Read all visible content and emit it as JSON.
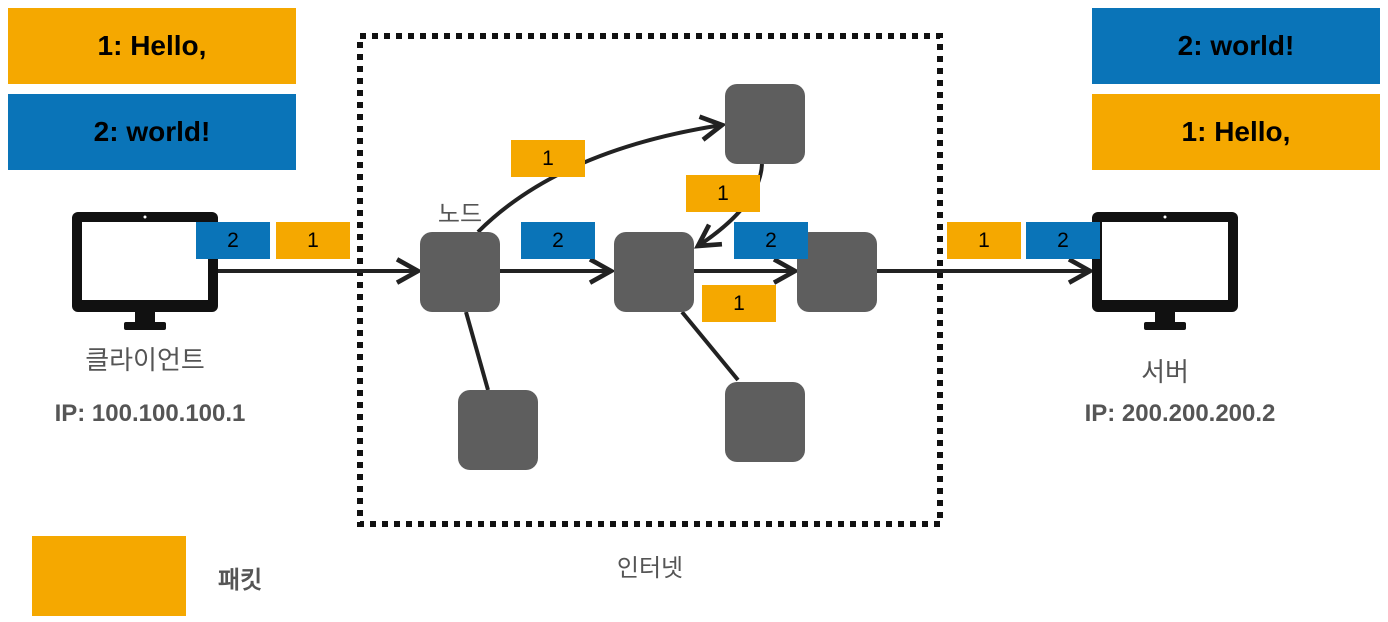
{
  "colors": {
    "packet_orange": "#F5A800",
    "packet_blue": "#0A74B8",
    "node_gray": "#5E5E5E"
  },
  "client": {
    "messages": [
      "1: Hello,",
      "2:  world!"
    ],
    "label": "클라이언트",
    "ip": "IP: 100.100.100.1",
    "icon": "monitor-icon"
  },
  "server": {
    "messages": [
      "2:  world!",
      "1: Hello,"
    ],
    "label": "서버",
    "ip": "IP: 200.200.200.2",
    "icon": "monitor-icon"
  },
  "internet": {
    "label": "인터넷",
    "node_label": "노드"
  },
  "packets": {
    "client_out": [
      "2",
      "1"
    ],
    "first_hop": "2",
    "upper_branch": "1",
    "down_return": "1",
    "mid_right": "2",
    "lower_mid": "1",
    "server_in": [
      "1",
      "2"
    ]
  },
  "legend": {
    "label": "패킷"
  }
}
